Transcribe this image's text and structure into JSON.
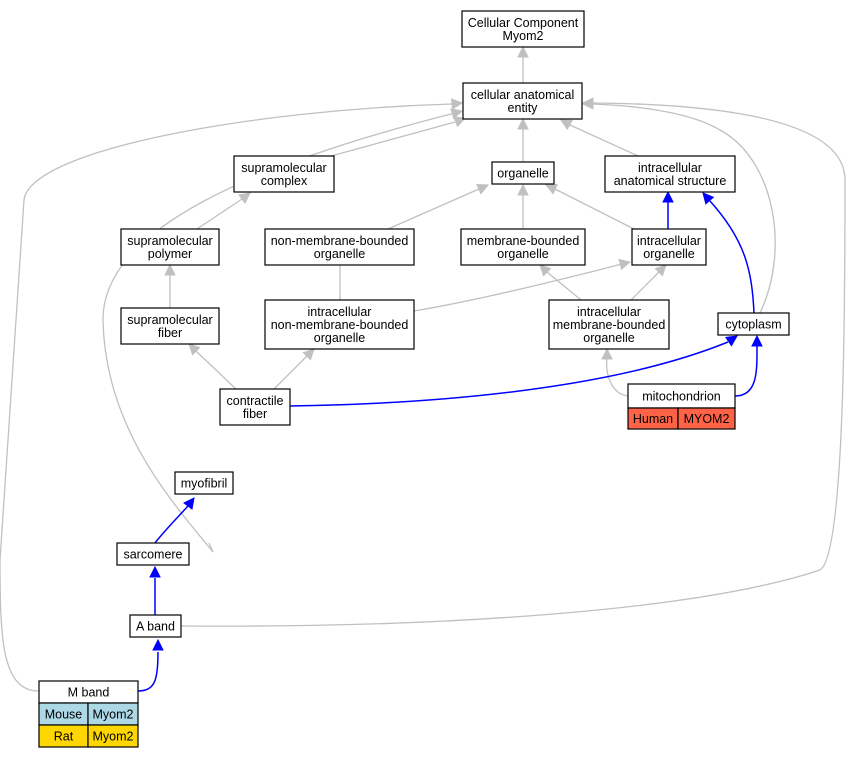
{
  "nodes": {
    "root": [
      "Cellular Component",
      "Myom2"
    ],
    "cae": [
      "cellular anatomical",
      "entity"
    ],
    "supmolcomplex": [
      "supramolecular",
      "complex"
    ],
    "organelle": [
      "organelle"
    ],
    "ias": [
      "intracellular",
      "anatomical structure"
    ],
    "supmolpolymer": [
      "supramolecular",
      "polymer"
    ],
    "nmbo": [
      "non-membrane-bounded",
      "organelle"
    ],
    "mbo": [
      "membrane-bounded",
      "organelle"
    ],
    "io": [
      "intracellular",
      "organelle"
    ],
    "supmolfiber": [
      "supramolecular",
      "fiber"
    ],
    "inmbo": [
      "intracellular",
      "non-membrane-bounded",
      "organelle"
    ],
    "imbo": [
      "intracellular",
      "membrane-bounded",
      "organelle"
    ],
    "cytoplasm": [
      "cytoplasm"
    ],
    "contractile": [
      "contractile",
      "fiber"
    ],
    "mito": [
      "mitochondrion"
    ],
    "myofibril": [
      "myofibril"
    ],
    "sarcomere": [
      "sarcomere"
    ],
    "aband": [
      "A band"
    ],
    "mband": [
      "M band"
    ]
  },
  "annotations": {
    "mito": [
      {
        "species": "Human",
        "gene": "MYOM2",
        "color": "#ff6347"
      }
    ],
    "mband": [
      {
        "species": "Mouse",
        "gene": "Myom2",
        "color": "#add8e6"
      },
      {
        "species": "Rat",
        "gene": "Myom2",
        "color": "#ffd700"
      }
    ]
  },
  "colors": {
    "is_a_edge": "#c0c0c0",
    "part_of_edge": "#0000ff"
  }
}
